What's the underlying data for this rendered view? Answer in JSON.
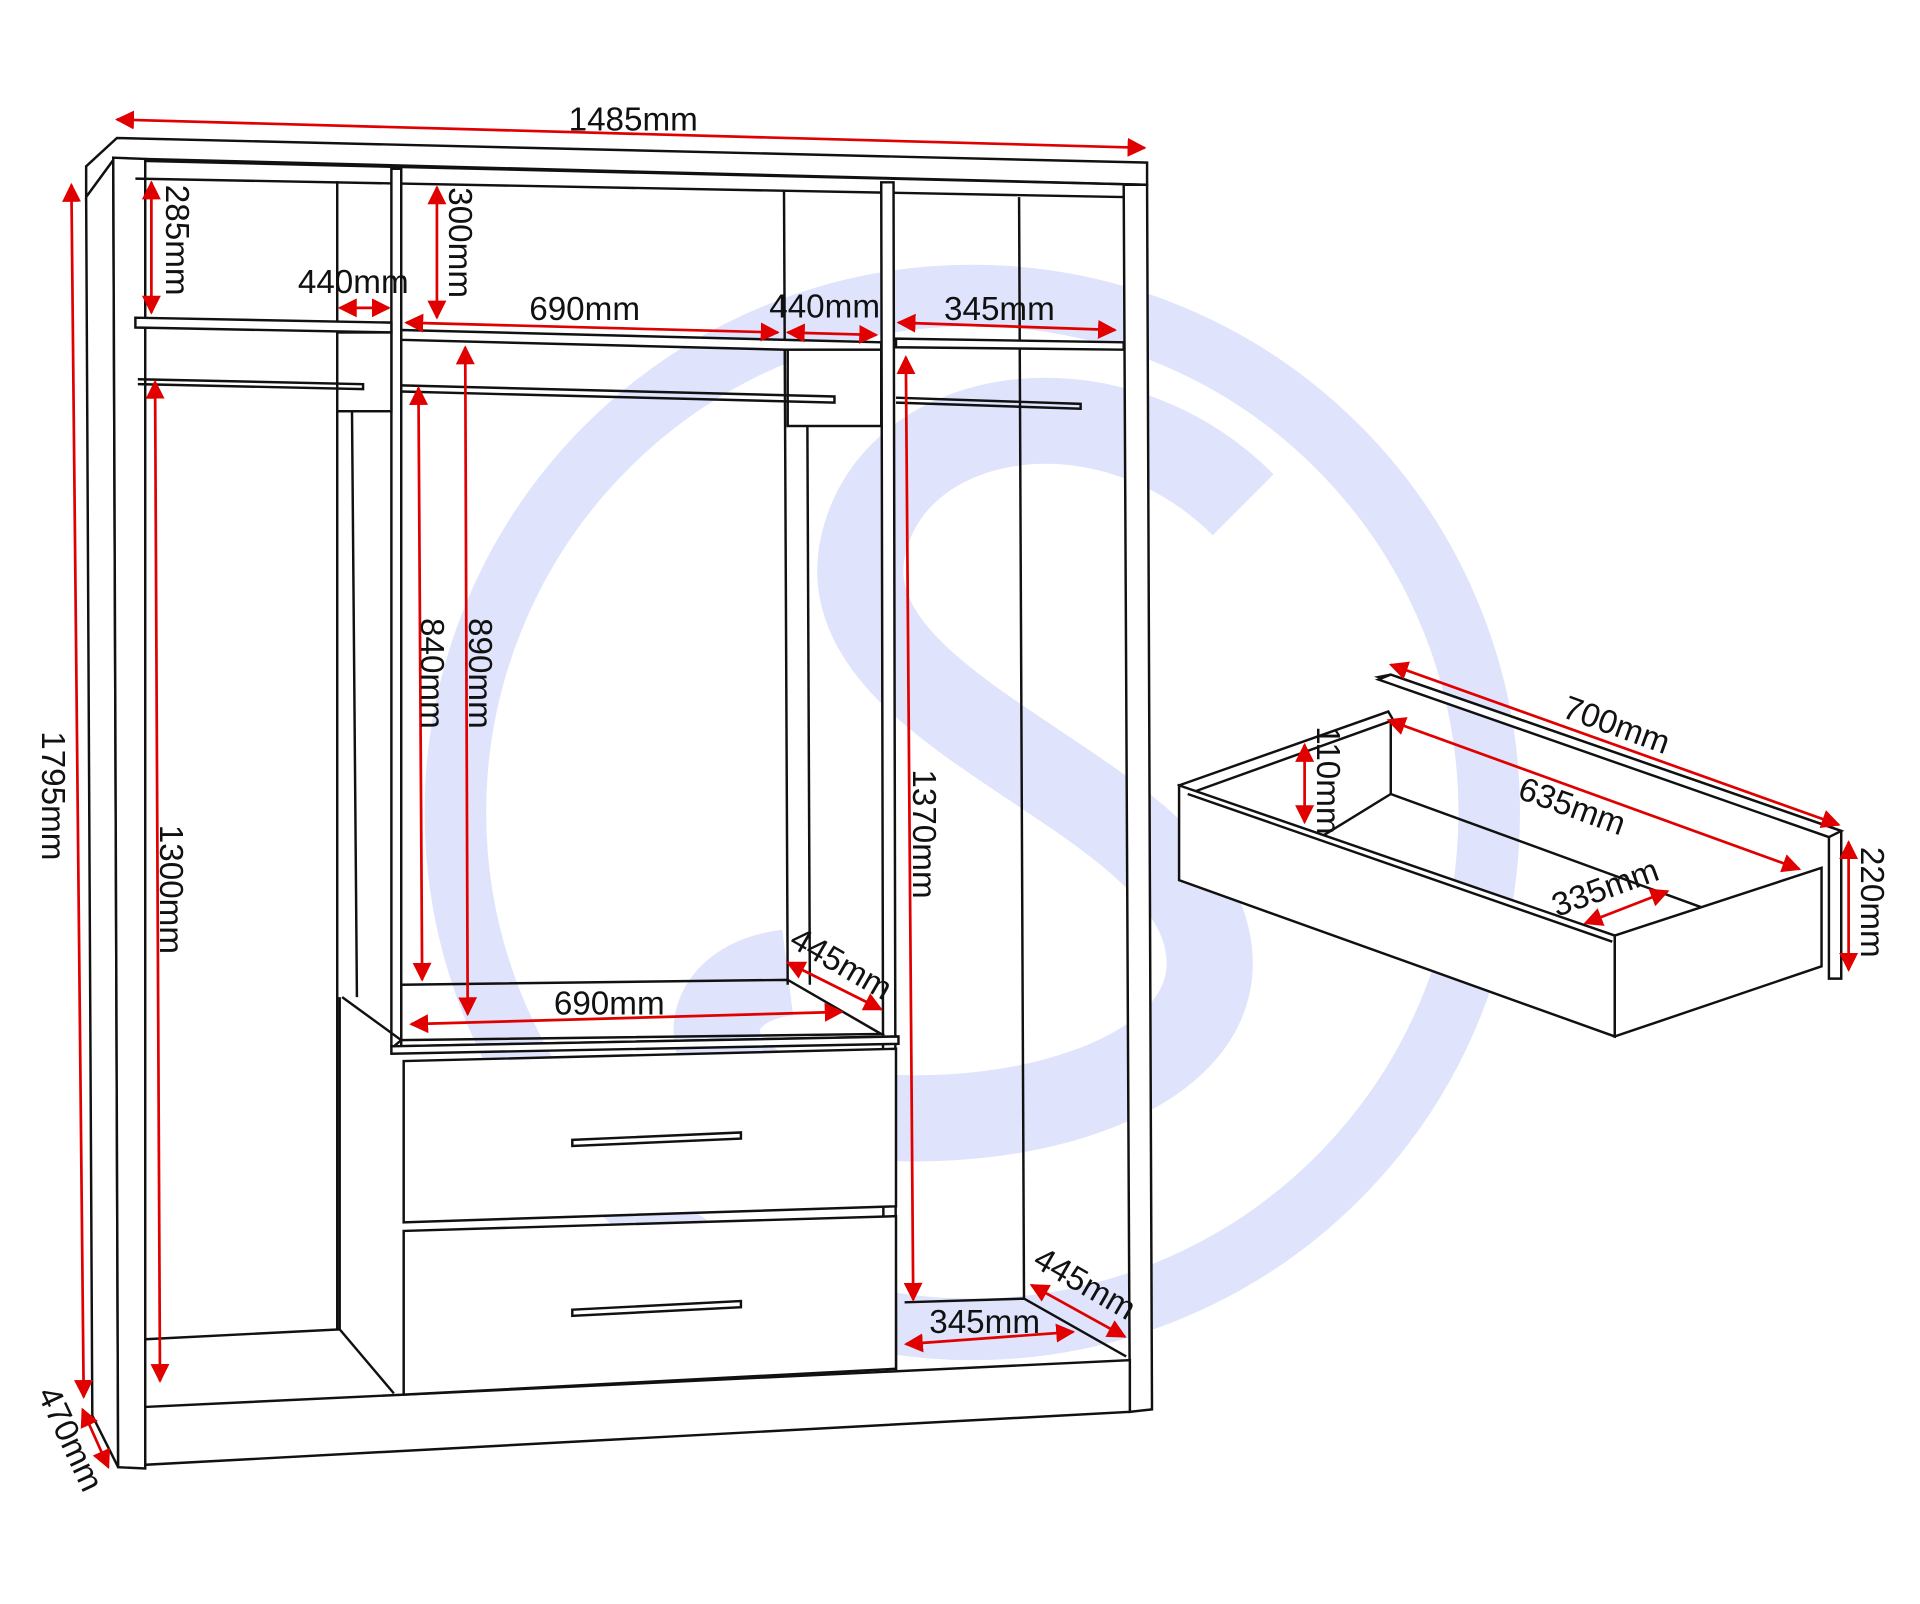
{
  "title": "Wardrobe dimension diagram",
  "colors": {
    "dimension": "#e00000",
    "outline": "#111111",
    "watermark": "#dfe3fb"
  },
  "dimensions": {
    "overall_width": "1485mm",
    "overall_height": "1795mm",
    "overall_depth": "470mm",
    "top_left_compartment_height": "285mm",
    "top_center_compartment_height": "300mm",
    "left_narrow_width": "440mm",
    "center_width_top": "690mm",
    "right_narrow_width": "440mm",
    "right_width_top": "345mm",
    "center_hanging_height_rail": "840mm",
    "center_hanging_height": "890mm",
    "left_hanging_height": "1300mm",
    "right_hanging_height": "1370mm",
    "center_depth": "445mm",
    "center_width_bottom": "690mm",
    "right_width_bottom": "345mm",
    "right_depth": "445mm"
  },
  "drawer": {
    "length": "700mm",
    "inner_length": "635mm",
    "inner_height": "110mm",
    "height": "220mm",
    "inner_depth": "335mm"
  }
}
